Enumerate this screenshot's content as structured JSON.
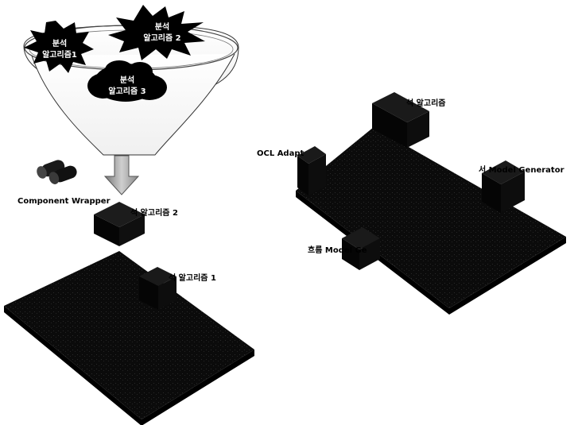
{
  "funnel": {
    "algorithm_1": [
      "분석",
      "알고리즘1"
    ],
    "algorithm_2": [
      "분석",
      "알고리즘 2"
    ],
    "algorithm_3": [
      "분석",
      "알고리즘 3"
    ]
  },
  "left": {
    "component_wrapper": "Component Wrapper",
    "cube_label": "석 알고리즘 2",
    "platform_label": "석 알고리즘 1"
  },
  "right": {
    "top_block_label": "석 알고리즘",
    "ocl_label": "OCL Adapt",
    "model_gen_right": "서 Model Generator",
    "model_gen_left": "흐름 Model Ge"
  }
}
